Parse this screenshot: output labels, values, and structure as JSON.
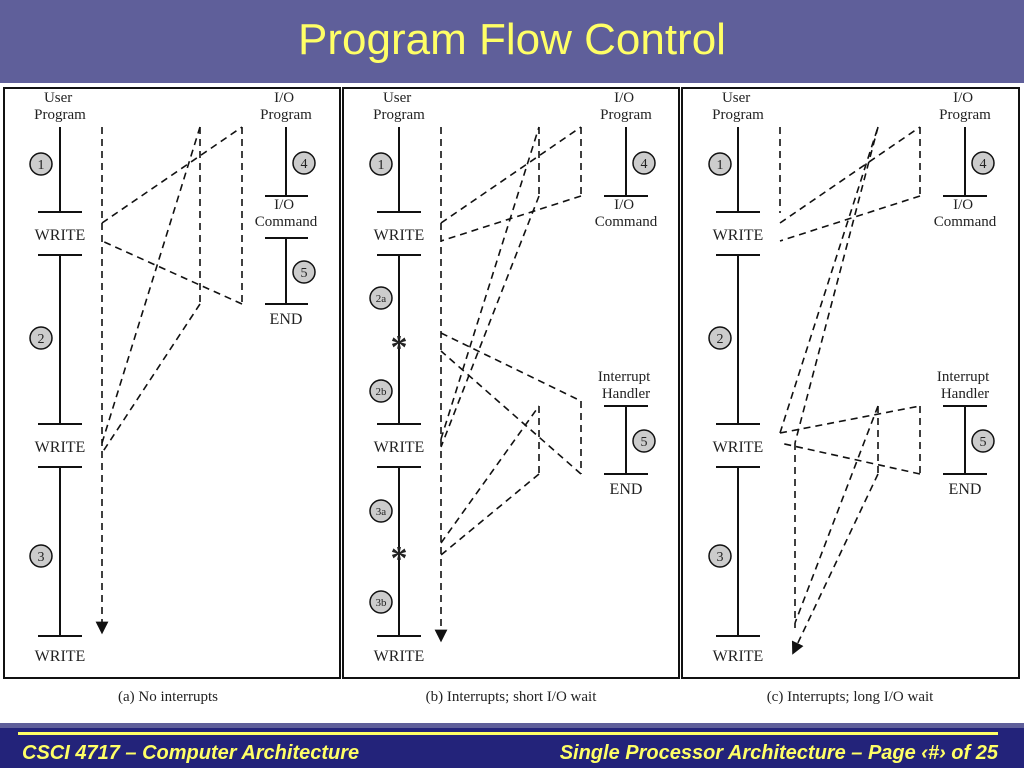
{
  "slide": {
    "title": "Program Flow Control"
  },
  "panels": [
    {
      "caption": "(a) No interrupts",
      "user_program": "User\nProgram",
      "io_program": "I/O\nProgram",
      "io_command": "I/O\nCommand",
      "end": "END",
      "write": "WRITE",
      "steps": [
        "1",
        "2",
        "3",
        "4",
        "5"
      ]
    },
    {
      "caption": "(b) Interrupts; short I/O wait",
      "user_program": "User\nProgram",
      "io_program": "I/O\nProgram",
      "io_command": "I/O\nCommand",
      "interrupt_handler": "Interrupt\nHandler",
      "end": "END",
      "write": "WRITE",
      "steps": [
        "1",
        "2a",
        "2b",
        "3a",
        "3b",
        "4",
        "5"
      ]
    },
    {
      "caption": "(c) Interrupts; long I/O wait",
      "user_program": "User\nProgram",
      "io_program": "I/O\nProgram",
      "io_command": "I/O\nCommand",
      "interrupt_handler": "Interrupt\nHandler",
      "end": "END",
      "write": "WRITE",
      "steps": [
        "1",
        "2",
        "3",
        "4",
        "5"
      ]
    }
  ],
  "footer": {
    "course": "CSCI 4717 – Computer Architecture",
    "page": "Single Processor Architecture – Page ‹#› of 25"
  },
  "colors": {
    "background": "#5f5f9a",
    "title": "#ffff66",
    "footer_bar": "#23237a"
  }
}
